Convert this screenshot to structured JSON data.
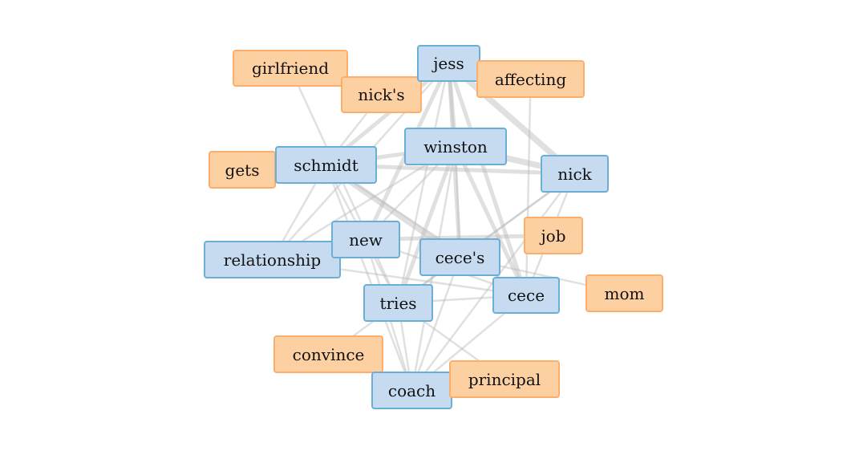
{
  "colors": {
    "primary_fill": "#c6dbef",
    "primary_border": "#6baed6",
    "secondary_fill": "#fdd0a2",
    "secondary_border": "#fdae6b",
    "edge": "#bbbbbb"
  },
  "nodes": [
    {
      "id": "girlfriend",
      "label": "girlfriend",
      "group": "orange"
    },
    {
      "id": "nicks",
      "label": "nick's",
      "group": "orange"
    },
    {
      "id": "jess",
      "label": "jess",
      "group": "blue"
    },
    {
      "id": "affecting",
      "label": "affecting",
      "group": "orange"
    },
    {
      "id": "winston",
      "label": "winston",
      "group": "blue"
    },
    {
      "id": "gets",
      "label": "gets",
      "group": "orange"
    },
    {
      "id": "schmidt",
      "label": "schmidt",
      "group": "blue"
    },
    {
      "id": "nick",
      "label": "nick",
      "group": "blue"
    },
    {
      "id": "job",
      "label": "job",
      "group": "orange"
    },
    {
      "id": "relationship",
      "label": "relationship",
      "group": "blue"
    },
    {
      "id": "new",
      "label": "new",
      "group": "blue"
    },
    {
      "id": "ceces",
      "label": "cece's",
      "group": "blue"
    },
    {
      "id": "mom",
      "label": "mom",
      "group": "orange"
    },
    {
      "id": "cece",
      "label": "cece",
      "group": "blue"
    },
    {
      "id": "tries",
      "label": "tries",
      "group": "blue"
    },
    {
      "id": "convince",
      "label": "convince",
      "group": "orange"
    },
    {
      "id": "coach",
      "label": "coach",
      "group": "blue"
    },
    {
      "id": "principal",
      "label": "principal",
      "group": "orange"
    }
  ],
  "edges": [
    [
      "jess",
      "nick",
      3
    ],
    [
      "jess",
      "schmidt",
      2
    ],
    [
      "jess",
      "winston",
      2
    ],
    [
      "jess",
      "new",
      2
    ],
    [
      "jess",
      "ceces",
      2
    ],
    [
      "jess",
      "tries",
      1
    ],
    [
      "jess",
      "cece",
      2
    ],
    [
      "jess",
      "relationship",
      1
    ],
    [
      "jess",
      "nicks",
      1
    ],
    [
      "girlfriend",
      "tries",
      1
    ],
    [
      "affecting",
      "cece",
      1
    ],
    [
      "winston",
      "nick",
      3
    ],
    [
      "winston",
      "schmidt",
      2
    ],
    [
      "winston",
      "new",
      1
    ],
    [
      "winston",
      "tries",
      2
    ],
    [
      "winston",
      "coach",
      1
    ],
    [
      "winston",
      "cece",
      2
    ],
    [
      "winston",
      "ceces",
      1
    ],
    [
      "winston",
      "relationship",
      1
    ],
    [
      "schmidt",
      "nick",
      2
    ],
    [
      "schmidt",
      "ceces",
      3
    ],
    [
      "schmidt",
      "cece",
      1
    ],
    [
      "schmidt",
      "coach",
      1
    ],
    [
      "schmidt",
      "tries",
      1
    ],
    [
      "schmidt",
      "relationship",
      1
    ],
    [
      "schmidt",
      "nicks",
      1
    ],
    [
      "nick",
      "ceces",
      1
    ],
    [
      "nick",
      "tries",
      1
    ],
    [
      "nick",
      "coach",
      1
    ],
    [
      "nick",
      "cece",
      1
    ],
    [
      "new",
      "job",
      2
    ],
    [
      "new",
      "coach",
      1
    ],
    [
      "new",
      "cece",
      1
    ],
    [
      "relationship",
      "cece",
      1
    ],
    [
      "ceces",
      "mom",
      1
    ],
    [
      "ceces",
      "coach",
      1
    ],
    [
      "ceces",
      "tries",
      1
    ],
    [
      "cece",
      "tries",
      1
    ],
    [
      "cece",
      "coach",
      1
    ],
    [
      "tries",
      "convince",
      1
    ],
    [
      "tries",
      "principal",
      1
    ],
    [
      "tries",
      "coach",
      1
    ],
    [
      "coach",
      "principal",
      1
    ]
  ]
}
